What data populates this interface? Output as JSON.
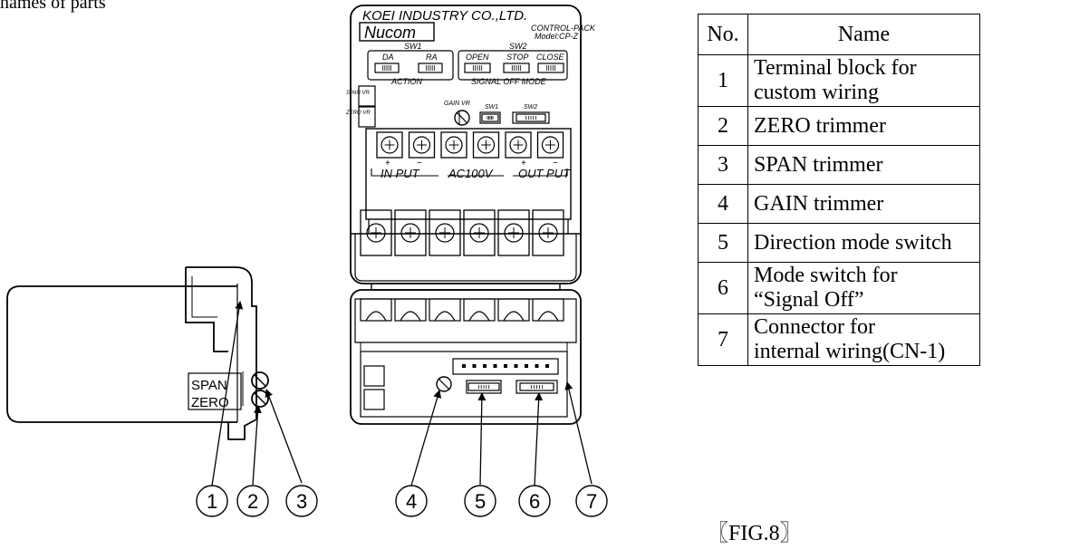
{
  "page": {
    "title_fragment": "names of parts"
  },
  "device_front": {
    "maker": "KOEI INDUSTRY CO.,LTD.",
    "brand": "Nucom",
    "product": "CONTROL-PACK",
    "model": "Model:CP-Z",
    "sw1_label": "SW1",
    "sw2_label": "SW2",
    "action_switches": [
      "DA",
      "RA"
    ],
    "action_label": "ACTION",
    "signal_switches": [
      "OPEN",
      "STOP",
      "CLOSE"
    ],
    "signal_label": "SIGNAL OFF MODE",
    "span_vr": "SPAN VR",
    "zero_vr": "ZERO VR",
    "gain_vr": "GAIN VR",
    "switch_sw1": "SW1",
    "switch_sw2": "SW2",
    "terminal_groups": [
      "IN PUT",
      "AC100V",
      "OUT PUT"
    ],
    "polarity": [
      "+",
      "−",
      "+",
      "−"
    ]
  },
  "device_side": {
    "span_label": "SPAN",
    "zero_label": "ZERO"
  },
  "callouts": [
    "1",
    "2",
    "3",
    "4",
    "5",
    "6",
    "7"
  ],
  "parts_table": {
    "headers": [
      "No.",
      "Name"
    ],
    "rows": [
      {
        "no": "1",
        "line1": "Terminal block for",
        "line2": "custom wiring"
      },
      {
        "no": "2",
        "line1": "ZERO trimmer",
        "line2": ""
      },
      {
        "no": "3",
        "line1": "SPAN trimmer",
        "line2": ""
      },
      {
        "no": "4",
        "line1": "GAIN trimmer",
        "line2": ""
      },
      {
        "no": "5",
        "line1": "Direction mode switch",
        "line2": ""
      },
      {
        "no": "6",
        "line1": "Mode switch for",
        "line2": "“Signal Off”"
      },
      {
        "no": "7",
        "line1": "Connector for",
        "line2": "internal wiring(CN-1)"
      }
    ]
  },
  "figure_label": "〖FIG.8〗"
}
